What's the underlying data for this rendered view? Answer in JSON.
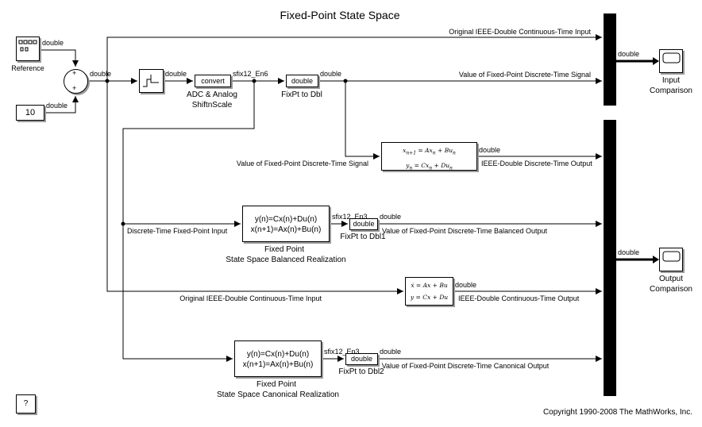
{
  "title": "Fixed-Point State Space",
  "copyright": "Copyright 1990-2008 The MathWorks, Inc.",
  "help_label": "?",
  "blocks": {
    "reference": {
      "label": "Reference"
    },
    "constant": {
      "value": "10"
    },
    "sum": {
      "sign_top": "+",
      "sign_bottom": "+"
    },
    "convert": {
      "text": "convert",
      "label_line1": "ADC & Analog",
      "label_line2": "ShiftnScale"
    },
    "fixpt_dbl": {
      "text": "double",
      "label": "FixPt to Dbl"
    },
    "fixpt_dbl1": {
      "text": "double",
      "label": "FixPt to Dbl1"
    },
    "fixpt_dbl2": {
      "text": "double",
      "label": "FixPt to Dbl2"
    },
    "discrete_ss": {
      "eq1": "x_{n+1} = Ax_n + Bu_n",
      "eq2": "y_n = Cx_n + Du_n"
    },
    "continuous_ss": {
      "eq1": "ẋ = Ax + Bu",
      "eq2": "y = Cx + Du"
    },
    "balanced": {
      "line1": "y(n)=Cx(n)+Du(n)",
      "line2": "x(n+1)=Ax(n)+Bu(n)",
      "label_line1": "Fixed Point",
      "label_line2": "State Space Balanced Realization"
    },
    "canonical": {
      "line1": "y(n)=Cx(n)+Du(n)",
      "line2": "x(n+1)=Ax(n)+Bu(n)",
      "label_line1": "Fixed Point",
      "label_line2": "State Space Canonical Realization"
    },
    "input_scope": {
      "label_line1": "Input",
      "label_line2": "Comparison"
    },
    "output_scope": {
      "label_line1": "Output",
      "label_line2": "Comparison"
    }
  },
  "signals": {
    "ref_out": "double",
    "const_out": "double",
    "sum_out": "double",
    "zoh_out": "double",
    "convert_out": "sfix12_En6",
    "dbl_out": "double",
    "mux1_out": "double",
    "mux2_out": "double",
    "discrete_out": "double",
    "balanced_in_type": "sfix12_En3",
    "dbl1_out": "double",
    "continuous_out": "double",
    "canonical_in_type": "sfix12_En3",
    "dbl2_out": "double"
  },
  "line_labels": {
    "orig_top": "Original IEEE-Double Continuous-Time Input",
    "fixpt_discrete_top": "Value of Fixed-Point Discrete-Time Signal",
    "fixpt_discrete_mid": "Value of Fixed-Point Discrete-Time Signal",
    "ieee_discrete_out": "IEEE-Double Discrete-Time Output",
    "discrete_fixpt_input": "Discrete-Time Fixed-Point Input",
    "balanced_out": "Value of Fixed-Point Discrete-Time Balanced Output",
    "orig_mid": "Original IEEE-Double Continuous-Time Input",
    "ieee_continuous_out": "IEEE-Double Continuous-Time Output",
    "canonical_out": "Value of Fixed-Point Discrete-Time Canonical Output"
  },
  "colors": {
    "line": "#000000",
    "shadow": "#9a9a9a",
    "background": "#ffffff"
  }
}
